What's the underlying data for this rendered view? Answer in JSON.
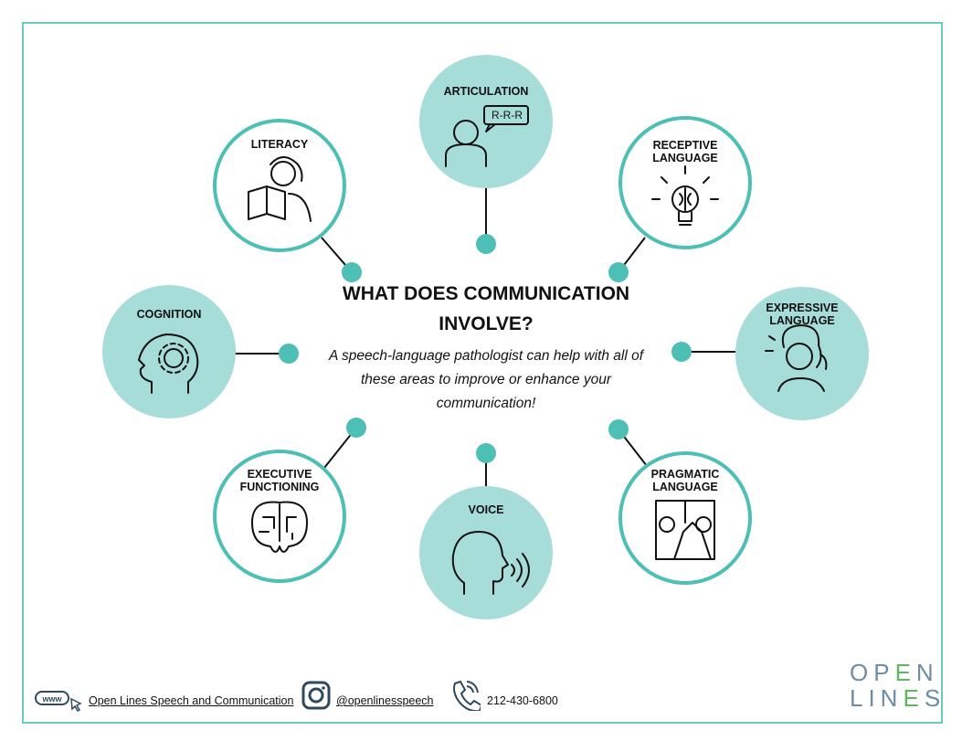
{
  "title": "WHAT DOES COMMUNICATION INVOLVE?",
  "subtitle": "A speech-language pathologist can help with all of these areas to improve or enhance your communication!",
  "areas": {
    "articulation": {
      "label": "ARTICULATION",
      "bubble": "R-R-R"
    },
    "literacy": {
      "label": "LITERACY"
    },
    "receptive": {
      "label": "RECEPTIVE LANGUAGE"
    },
    "cognition": {
      "label": "COGNITION"
    },
    "expressive": {
      "label": "EXPRESSIVE LANGUAGE"
    },
    "executive": {
      "label": "EXECUTIVE FUNCTIONING"
    },
    "voice": {
      "label": "VOICE"
    },
    "pragmatic": {
      "label": "PRAGMATIC LANGUAGE"
    }
  },
  "footer": {
    "website_label": "Open Lines Speech and Communication",
    "instagram": "@openlinesspeech",
    "phone": "212-430-6800"
  },
  "logo": {
    "line1": "OPEN",
    "line2": "LINES"
  },
  "colors": {
    "teal": "#4dbfb4",
    "light_teal": "#a6ddd8",
    "border": "#6cc9bf"
  }
}
